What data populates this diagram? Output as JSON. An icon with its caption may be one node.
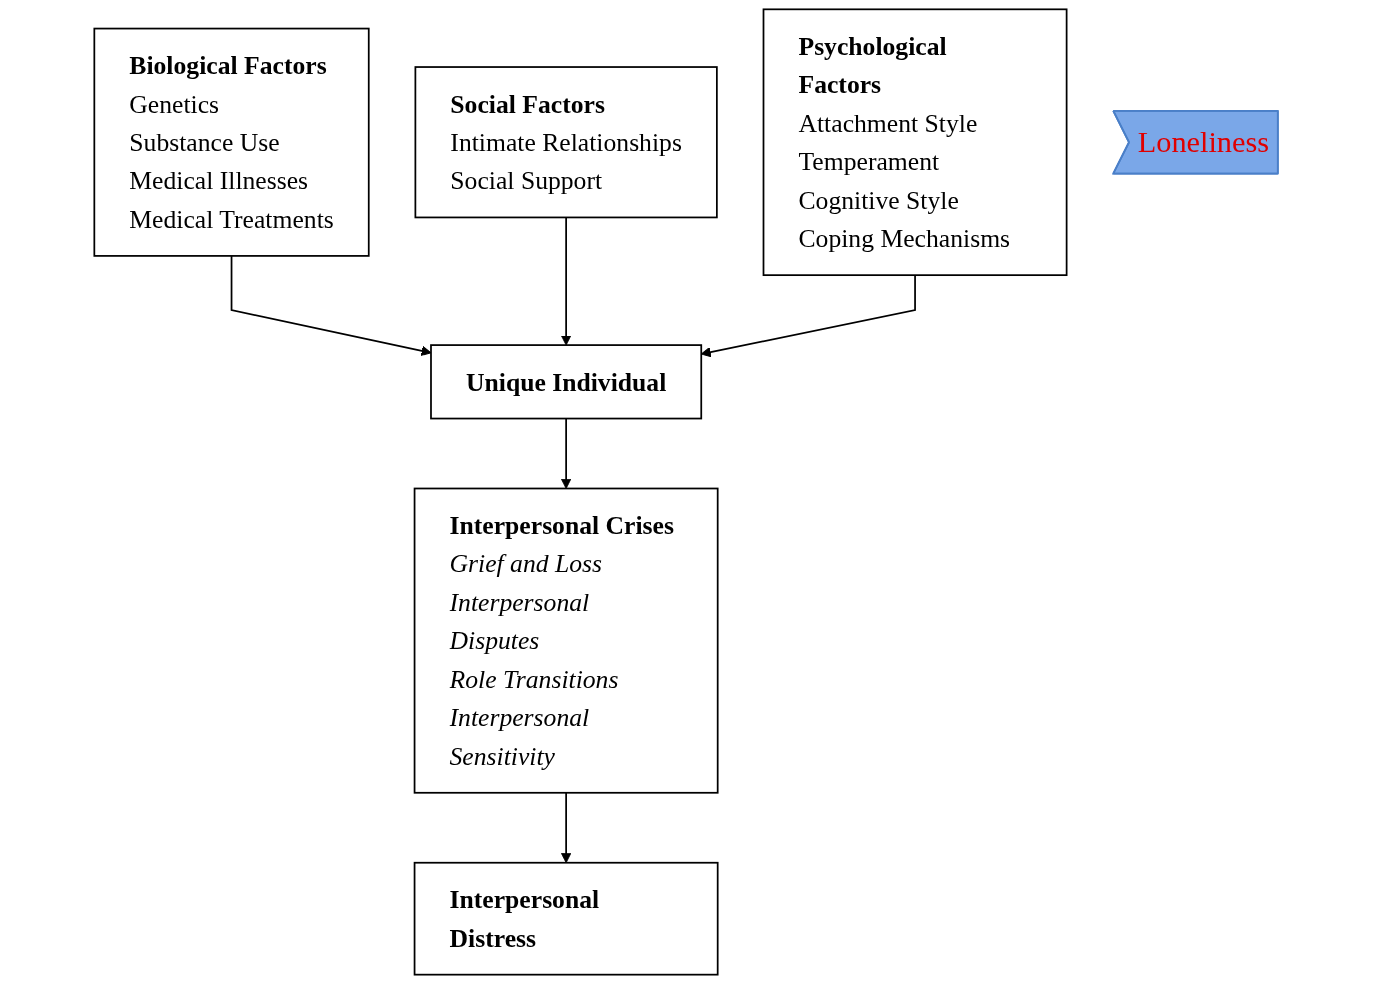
{
  "diagram": {
    "nodes": [
      {
        "text": [
          "Biological Factors",
          "Genetics",
          "Substance Use",
          "Medical Illnesses",
          "Medical Treatments"
        ]
      },
      {
        "text": [
          "Social Factors",
          "Intimate Relationships",
          "Social Support"
        ]
      },
      {
        "text": [
          "Psychological Factors",
          "Attachment Style",
          "Temperament",
          "Cognitive Style",
          "Coping Mechanisms"
        ]
      },
      {
        "text": [
          "Unique Individual"
        ]
      },
      {
        "text": [
          "Interpersonal Crises",
          "Grief and Loss",
          "Interpersonal Disputes",
          "Role Transitions",
          "Interpersonal Sensitivity"
        ]
      },
      {
        "text": [
          "Loneliness"
        ]
      },
      {
        "text": [
          "Interpersonal Distress"
        ]
      }
    ],
    "edges": [
      {
        "from": 0,
        "to": 3,
        "arrow": "to"
      },
      {
        "from": 1,
        "to": 3,
        "arrow": "to"
      },
      {
        "from": 2,
        "to": 3,
        "arrow": "to"
      },
      {
        "from": 3,
        "to": 4,
        "arrow": "to"
      },
      {
        "from": 4,
        "to": 6,
        "arrow": "to"
      }
    ]
  }
}
